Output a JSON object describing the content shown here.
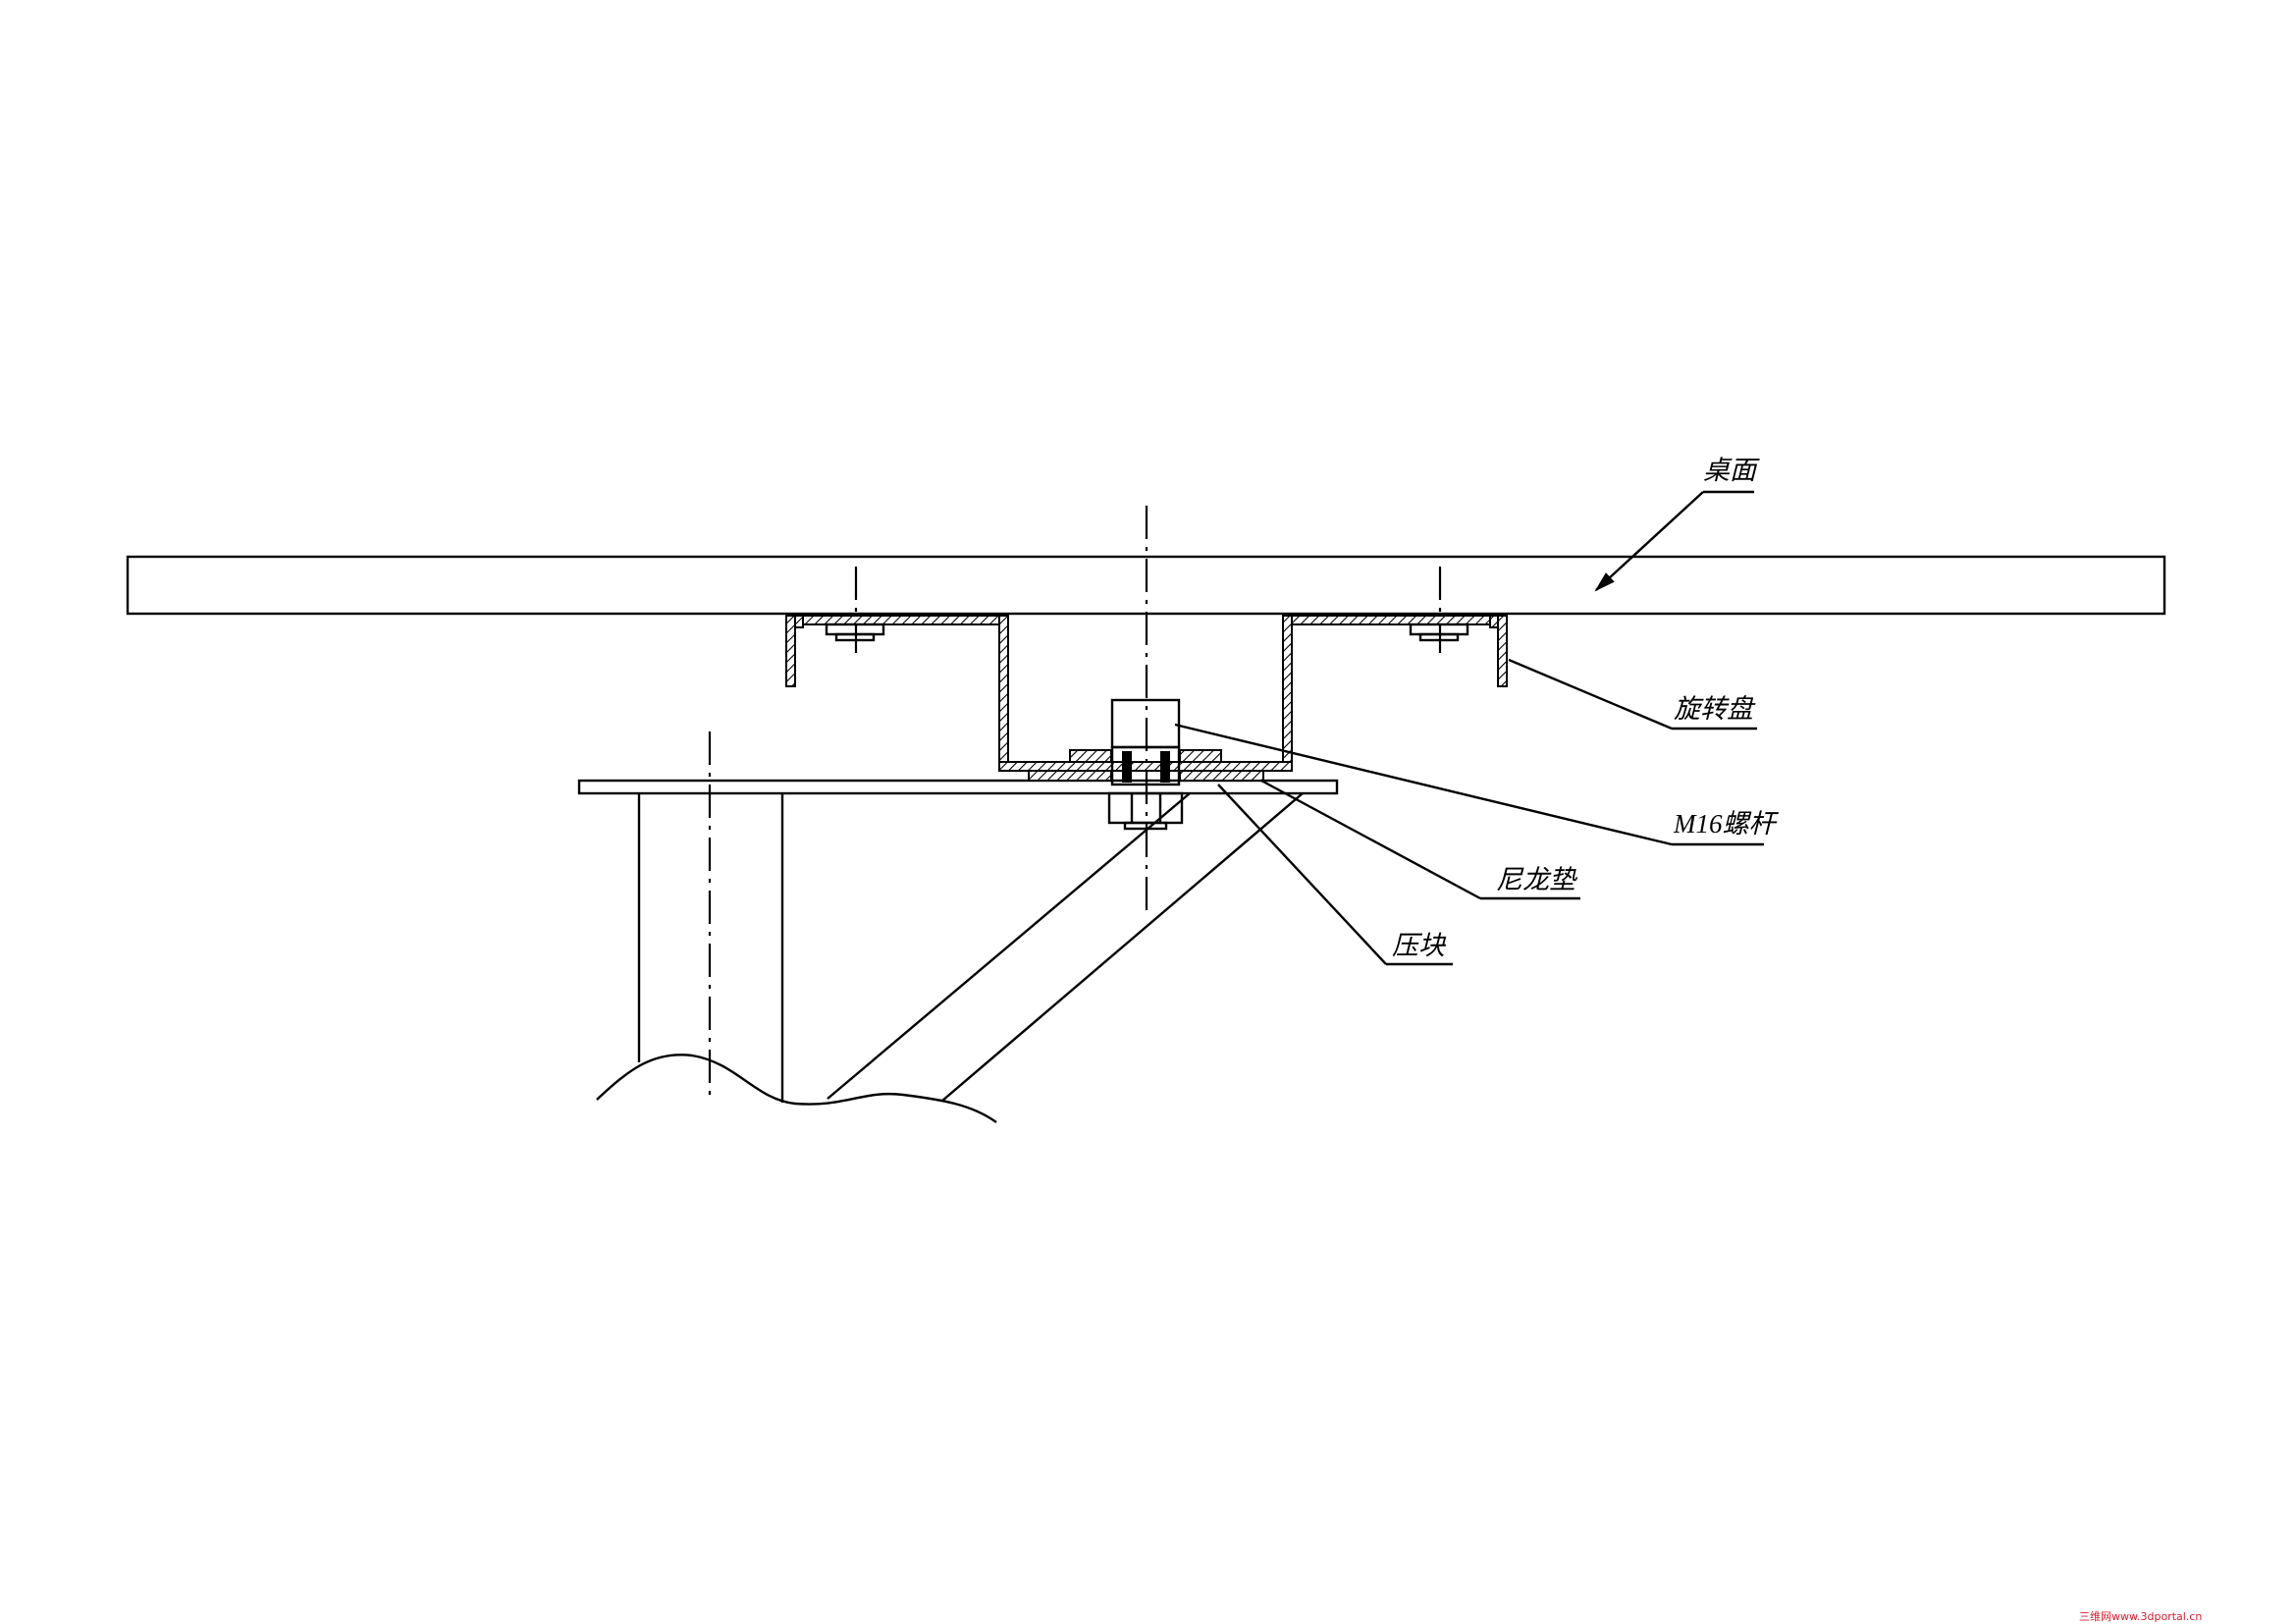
{
  "labels": {
    "table_top": "桌面",
    "turntable": "旋转盘",
    "bolt": "M16螺杆",
    "nylon_washer": "尼龙垫",
    "press_block": "压块"
  },
  "watermark": "三维网www.3dportal.cn",
  "colors": {
    "line": "#000000",
    "background": "#ffffff",
    "watermark": "#d02030"
  }
}
